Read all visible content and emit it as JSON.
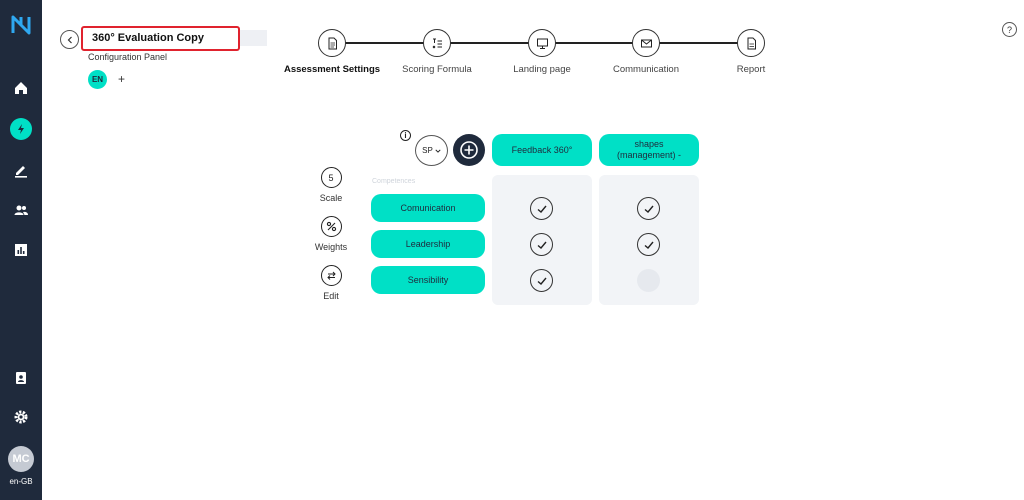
{
  "sidebar": {
    "locale": "en-GB",
    "avatar_initials": "MC",
    "items": [
      {
        "icon": "home-icon"
      },
      {
        "icon": "bolt-icon",
        "active": true
      },
      {
        "icon": "pencil-icon"
      },
      {
        "icon": "users-icon"
      },
      {
        "icon": "bar-chart-icon"
      }
    ],
    "bottom_items": [
      {
        "icon": "document-user-icon"
      },
      {
        "icon": "gear-icon"
      }
    ]
  },
  "header": {
    "title": "360° Evaluation Copy",
    "subtitle": "Configuration Panel",
    "language": "EN",
    "add_language": "+",
    "help": "?"
  },
  "steps": [
    {
      "label": "Assessment Settings",
      "active": true,
      "icon": "document-icon"
    },
    {
      "label": "Scoring Formula",
      "active": false,
      "icon": "formula-icon"
    },
    {
      "label": "Landing page",
      "active": false,
      "icon": "monitor-icon"
    },
    {
      "label": "Communication",
      "active": false,
      "icon": "envelope-icon"
    },
    {
      "label": "Report",
      "active": false,
      "icon": "report-icon"
    }
  ],
  "matrix": {
    "info": "i",
    "language_selector": "SP",
    "columns": [
      {
        "label": "Feedback 360°"
      },
      {
        "label": "shapes (management) -"
      }
    ],
    "tools": [
      {
        "value": "5",
        "label": "Scale",
        "icon": "scale-number-icon"
      },
      {
        "value": "",
        "label": "Weights",
        "icon": "percent-icon"
      },
      {
        "value": "",
        "label": "Edit",
        "icon": "swap-arrows-icon"
      }
    ],
    "competencies_label": "Competences",
    "competencies": [
      {
        "label": "Comunication",
        "checks": [
          true,
          true
        ]
      },
      {
        "label": "Leadership",
        "checks": [
          true,
          true
        ]
      },
      {
        "label": "Sensibility",
        "checks": [
          true,
          false
        ]
      }
    ]
  },
  "colors": {
    "sidebar": "#1f2a3c",
    "accent": "#00e0c6",
    "highlight_border": "#e0232e",
    "panel": "#f2f4f7"
  }
}
